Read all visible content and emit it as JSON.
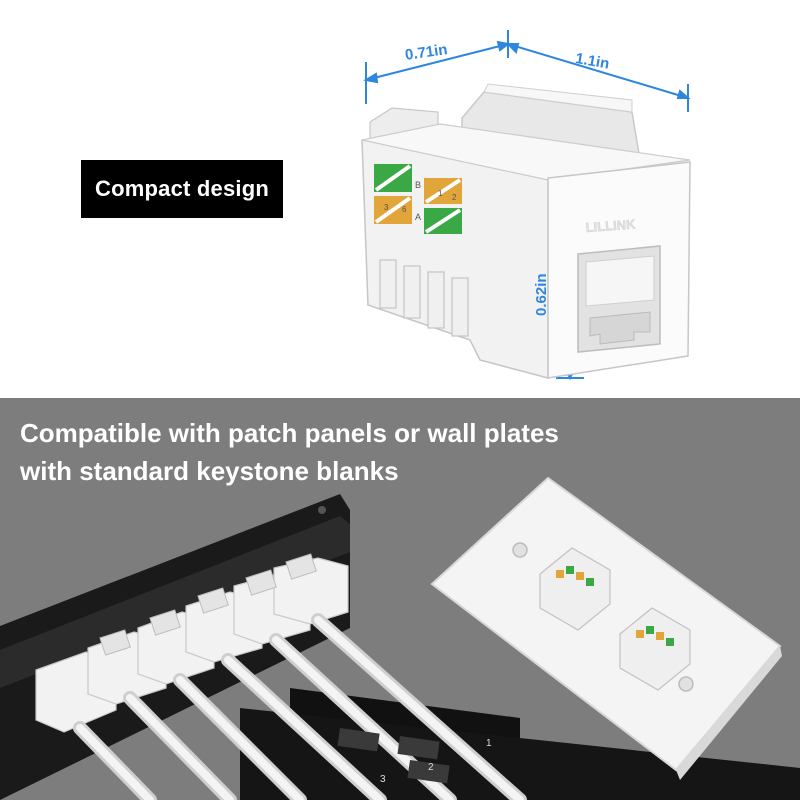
{
  "top": {
    "badge_text": "Compact design",
    "dimensions": {
      "width": "0.71in",
      "depth": "1.1in",
      "height": "0.62in"
    },
    "brand_mark": "LILLINK",
    "wire_labels": {
      "left_top": "B",
      "left_bottom": "A",
      "pin_a": "3",
      "pin_b": "6",
      "pin_c": "1",
      "pin_d": "2"
    }
  },
  "bottom": {
    "headline_line1": "Compatible with patch panels or wall plates",
    "headline_line2": "with standard keystone blanks",
    "port_numbers": [
      "1",
      "2",
      "3"
    ]
  },
  "colors": {
    "dimension_blue": "#2e86de",
    "bottom_background": "#7d7d7d",
    "wire_green": "#3aa845",
    "wire_orange": "#e1a53a"
  }
}
